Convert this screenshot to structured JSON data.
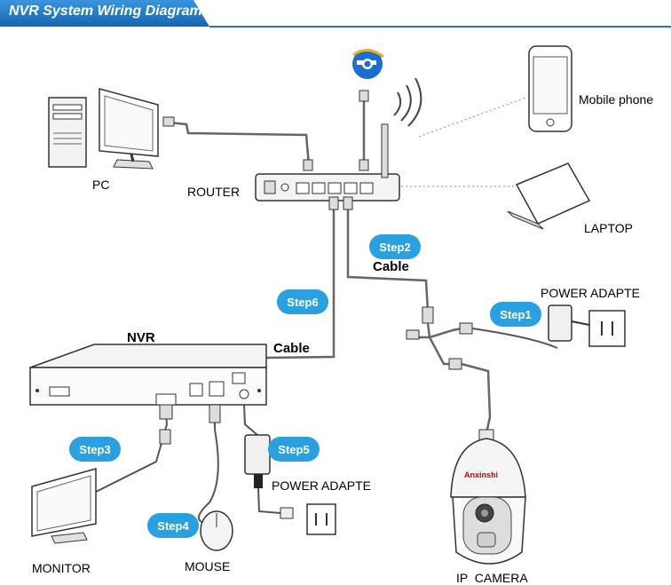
{
  "header": {
    "title": "NVR System Wiring Diagram",
    "bar_color": "#1f78c2"
  },
  "devices": {
    "pc": "PC",
    "router": "ROUTER",
    "mobile_phone": "Mobile phone",
    "laptop": "LAPTOP",
    "power_adapter_camera": "POWER ADAPTE",
    "nvr": "NVR",
    "monitor": "MONITOR",
    "mouse": "MOUSE",
    "power_adapter_nvr": "POWER ADAPTE",
    "ip_camera": "IP  CAMERA",
    "camera_brand": "Anxinshi"
  },
  "cables": {
    "router_camera": "Cable",
    "router_nvr": "Cable"
  },
  "steps": {
    "step1": "Step1",
    "step2": "Step2",
    "step3": "Step3",
    "step4": "Step4",
    "step5": "Step5",
    "step6": "Step6"
  },
  "colors": {
    "step_badge": "#2aa0e0",
    "header": "#1f78c2",
    "ie_logo": "#1a6fd0"
  }
}
